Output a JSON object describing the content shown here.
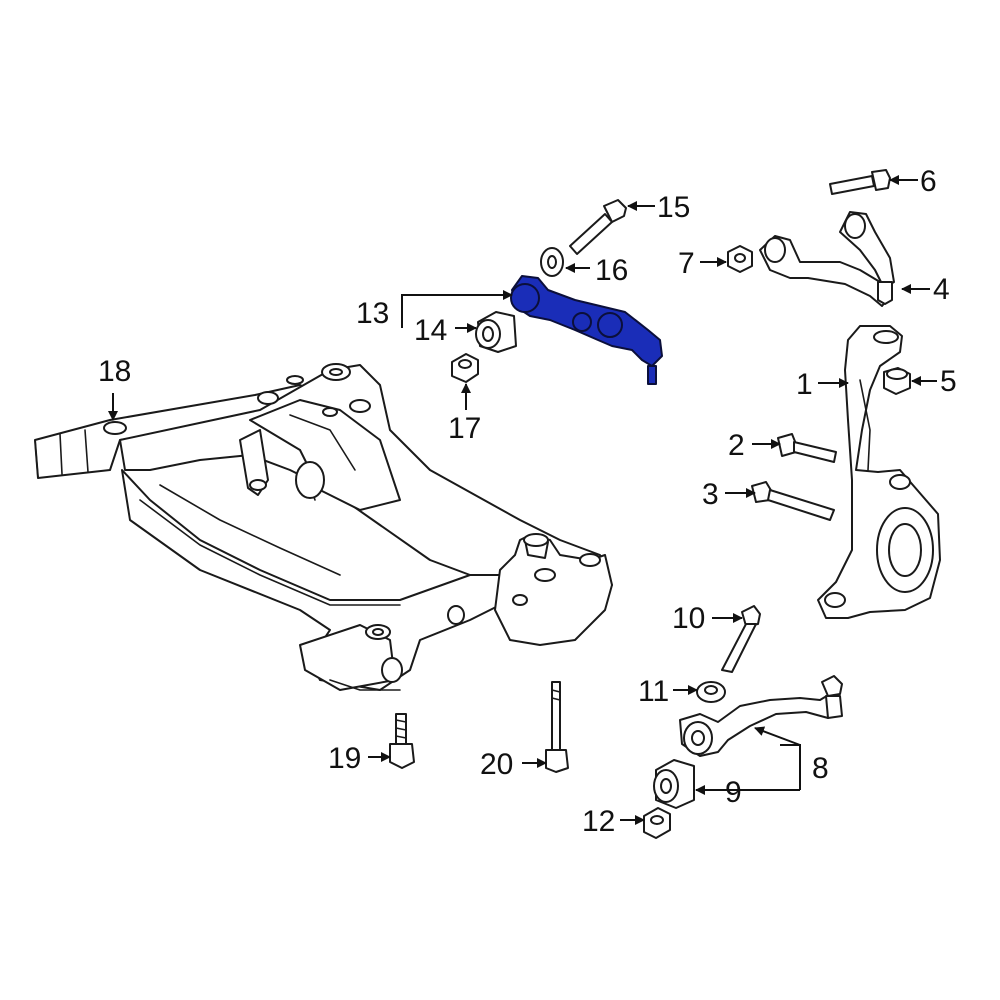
{
  "highlight_color": "#1a2db8",
  "callouts": {
    "c1": "1",
    "c2": "2",
    "c3": "3",
    "c4": "4",
    "c5": "5",
    "c6": "6",
    "c7": "7",
    "c8": "8",
    "c9": "9",
    "c10": "10",
    "c11": "11",
    "c12": "12",
    "c13": "13",
    "c14": "14",
    "c15": "15",
    "c16": "16",
    "c17": "17",
    "c18": "18",
    "c19": "19",
    "c20": "20"
  }
}
